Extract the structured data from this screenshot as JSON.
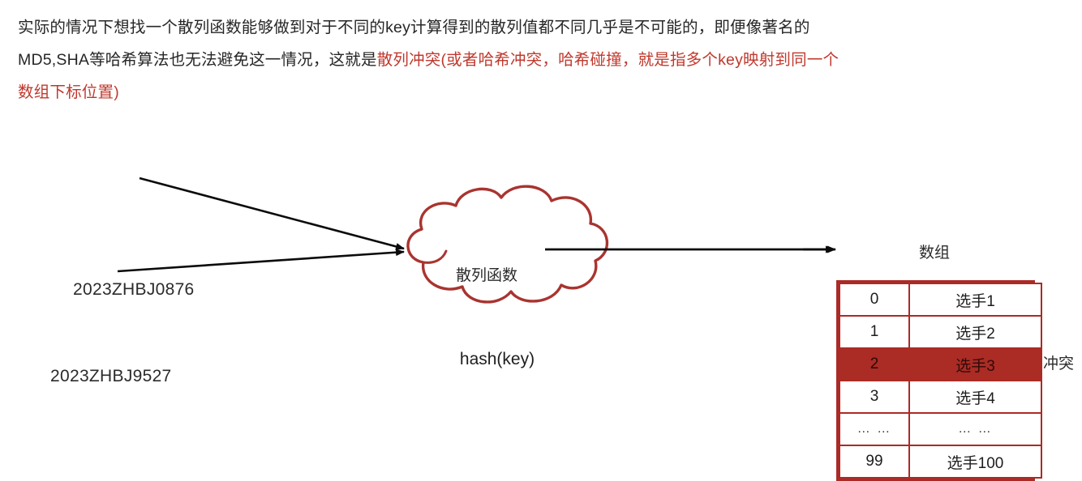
{
  "paragraph": {
    "line1_plain": "实际的情况下想找一个散列函数能够做到对于不同的key计算得到的散列值都不同几乎是不可能的，即便像著名的",
    "line2_plain": "MD5,SHA等哈希算法也无法避免这一情况，这就是",
    "line2_highlight": "散列冲突(或者哈希冲突，哈希碰撞，就是指多个key映射到同一个",
    "line3_highlight": "数组下标位置)",
    "highlight_color": "#bf392e",
    "text_color": "#262626"
  },
  "diagram": {
    "keys": [
      {
        "label": "2023ZHBJ0876"
      },
      {
        "label": "2023ZHBJ9527"
      }
    ],
    "function_label": "散列函数",
    "cloud_text": "hash(key)",
    "cloud_stroke_color": "#a93430",
    "array_label": "数组",
    "collision_label": "冲突",
    "arrow_color": "#0b0b0b",
    "table_border_color": "#aa2b27",
    "highlight_row_color": "#ab2b25",
    "table": {
      "rows": [
        {
          "index": "0",
          "value": "选手1",
          "highlight": false
        },
        {
          "index": "1",
          "value": "选手2",
          "highlight": false
        },
        {
          "index": "2",
          "value": "选手3",
          "highlight": true
        },
        {
          "index": "3",
          "value": "选手4",
          "highlight": false
        },
        {
          "index": "… …",
          "value": "… …",
          "highlight": false
        },
        {
          "index": "99",
          "value": "选手100",
          "highlight": false
        }
      ]
    }
  }
}
